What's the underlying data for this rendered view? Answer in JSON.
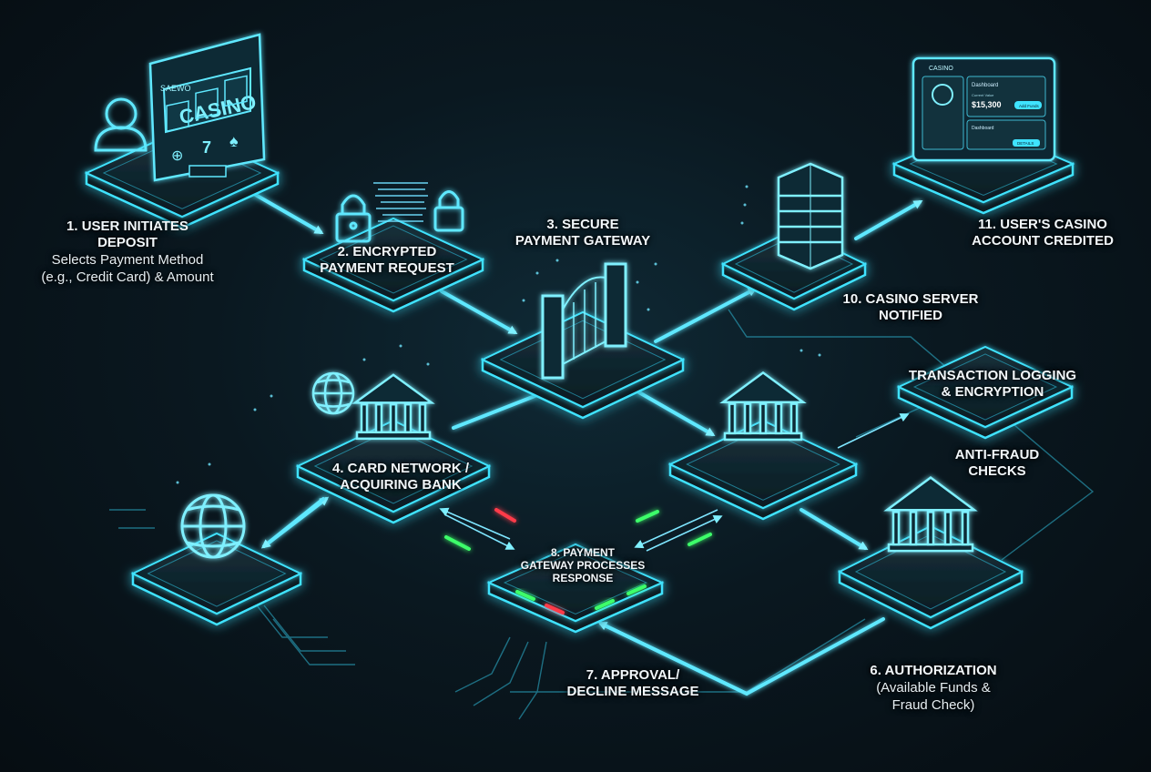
{
  "steps": {
    "s1": {
      "title_l1": "1. USER INITIATES",
      "title_l2": "DEPOSIT",
      "desc_l1": "Selects Payment Method",
      "desc_l2": "(e.g., Credit Card) & Amount"
    },
    "s2": {
      "title_l1": "2. ENCRYPTED",
      "title_l2": "PAYMENT REQUEST"
    },
    "s3": {
      "title_l1": "3. SECURE",
      "title_l2": "PAYMENT GATEWAY"
    },
    "s4": {
      "title_l1": "4. CARD NETWORK /",
      "title_l2": "ACQUIRING BANK"
    },
    "s6": {
      "title_l1": "6. AUTHORIZATION",
      "desc_l1": "(Available Funds &",
      "desc_l2": "Fraud Check)"
    },
    "s7": {
      "title_l1": "7. APPROVAL/",
      "title_l2": "DECLINE MESSAGE"
    },
    "s8": {
      "title_l1": "8. PAYMENT",
      "title_l2": "GATEWAY PROCESSES",
      "title_l3": "RESPONSE"
    },
    "s9a": {
      "title_l1": "TRANSACTION LOGGING",
      "title_l2": "& ENCRYPTION"
    },
    "s9b": {
      "title_l1": "ANTI-FRAUD",
      "title_l2": "CHECKS"
    },
    "s10": {
      "title_l1": "10. CASINO SERVER",
      "title_l2": "NOTIFIED"
    },
    "s11": {
      "title_l1": "11. USER'S CASINO",
      "title_l2": "ACCOUNT CREDITED"
    }
  },
  "screens": {
    "casino_monitor": {
      "brand": "SAEWO",
      "title": "CASINO",
      "symbol_1": "⊕",
      "symbol_2": "7",
      "symbol_3": "♠"
    },
    "dashboard": {
      "app": "CASINO",
      "header": "Dashboard",
      "balance_label": "Current Value",
      "balance": "$15,300",
      "button": "Add Funds",
      "section": "Dashboard",
      "button2": "DETAILS"
    }
  },
  "colors": {
    "glow": "#3fe3ff",
    "approve": "#3dff6a",
    "decline": "#ff3b4a",
    "bg": "#08131a"
  }
}
